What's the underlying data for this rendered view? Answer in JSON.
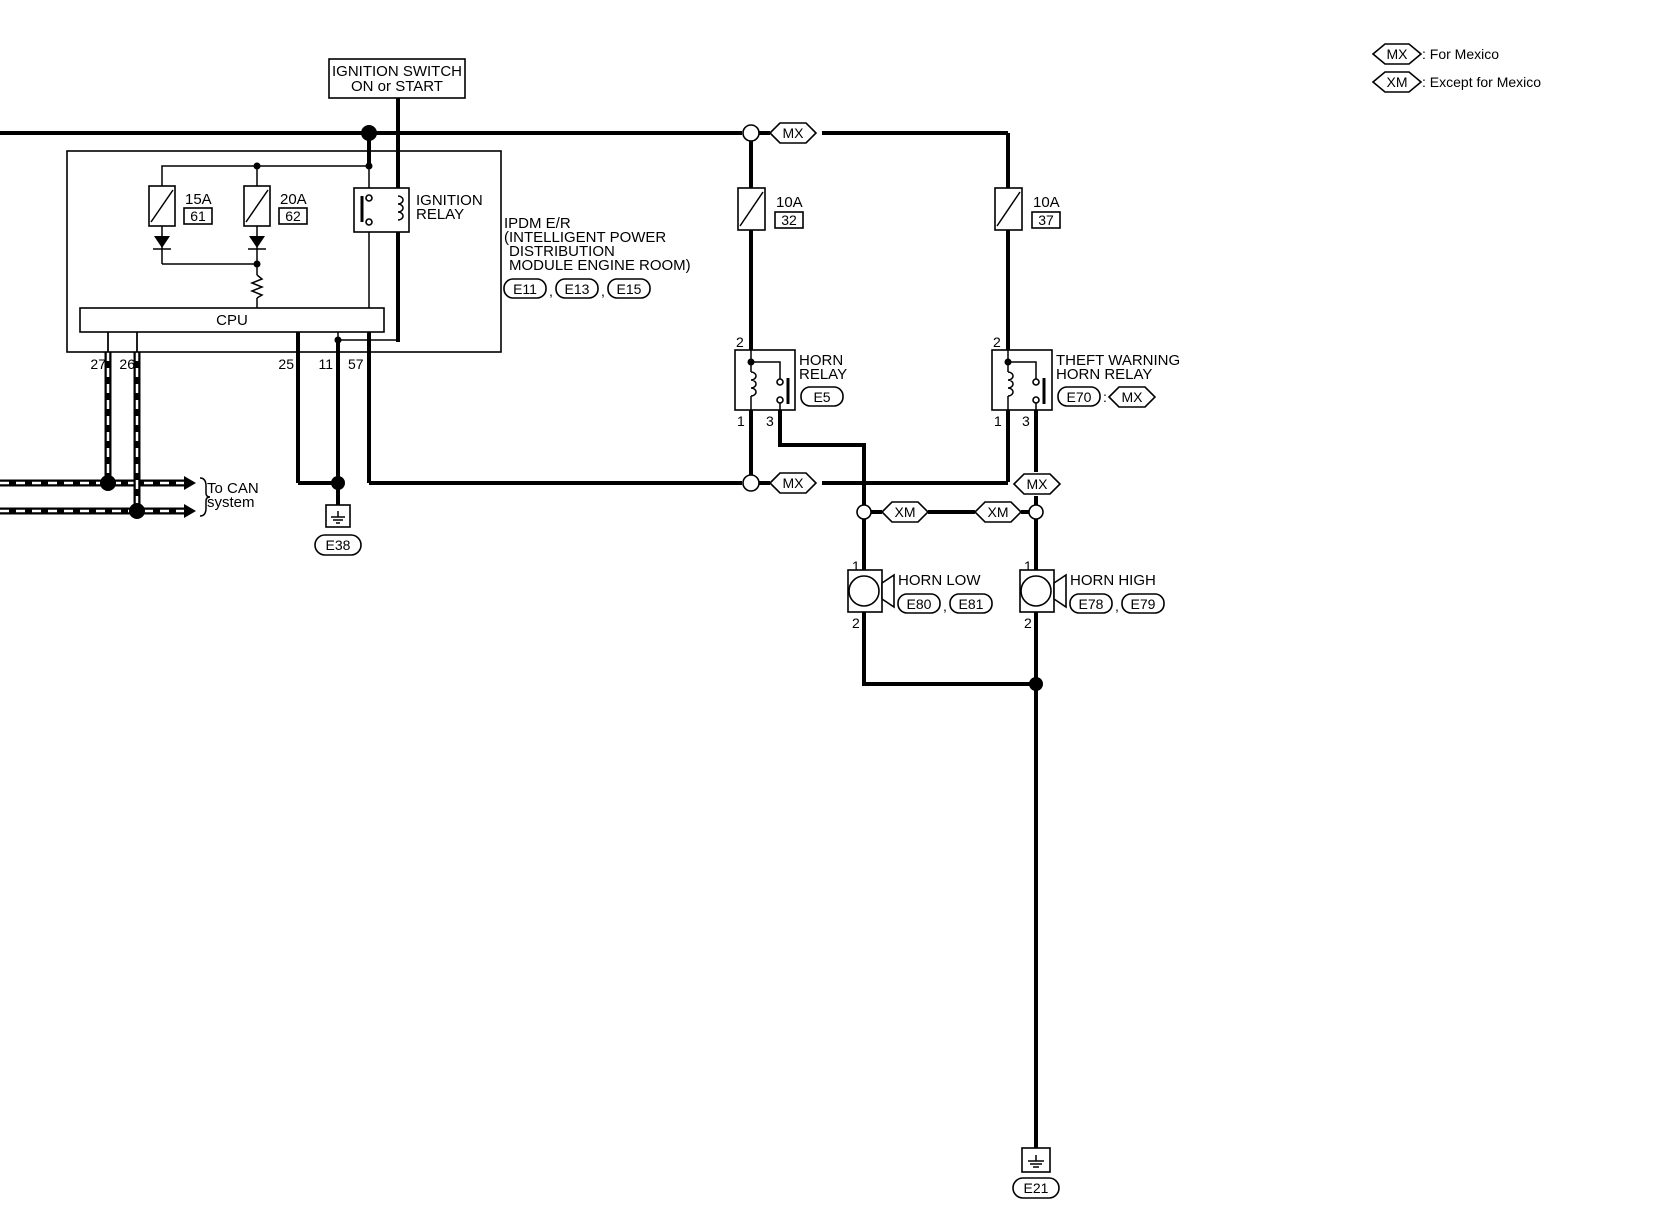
{
  "legend": {
    "mx_code": "MX",
    "mx_text": ": For Mexico",
    "xm_code": "XM",
    "xm_text": ": Except for Mexico"
  },
  "ignition_switch": {
    "line1": "IGNITION SWITCH",
    "line2": "ON or START"
  },
  "ipdm": {
    "line1": "IPDM E/R",
    "line2": "(INTELLIGENT POWER",
    "line3": "DISTRIBUTION",
    "line4": "MODULE ENGINE ROOM)",
    "connectors": [
      "E11",
      "E13",
      "E15"
    ],
    "sep": ","
  },
  "fuses": {
    "f61": {
      "rating": "15A",
      "number": "61"
    },
    "f62": {
      "rating": "20A",
      "number": "62"
    },
    "f32": {
      "rating": "10A",
      "number": "32"
    },
    "f37": {
      "rating": "10A",
      "number": "37"
    }
  },
  "ignition_relay": {
    "line1": "IGNITION",
    "line2": "RELAY"
  },
  "cpu": {
    "label": "CPU"
  },
  "ipdm_pins": [
    "27",
    "26",
    "25",
    "11",
    "57"
  ],
  "horn_relay": {
    "line1": "HORN",
    "line2": "RELAY",
    "connector": "E5",
    "pin_top": "2",
    "pin_left": "1",
    "pin_right": "3"
  },
  "theft_relay": {
    "line1": "THEFT WARNING",
    "line2": "HORN RELAY",
    "connector": "E70",
    "colon": ":",
    "option": "MX",
    "pin_top": "2",
    "pin_left": "1",
    "pin_right": "3"
  },
  "can": {
    "line1": "To CAN",
    "line2": "system"
  },
  "grounds": {
    "left": "E38",
    "right": "E21"
  },
  "options": {
    "mx": "MX",
    "xm": "XM"
  },
  "horn_low": {
    "label": "HORN LOW",
    "connectors": [
      "E80",
      "E81"
    ],
    "pin_top": "1",
    "pin_bottom": "2"
  },
  "horn_high": {
    "label": "HORN HIGH",
    "connectors": [
      "E78",
      "E79"
    ],
    "pin_top": "1",
    "pin_bottom": "2"
  }
}
